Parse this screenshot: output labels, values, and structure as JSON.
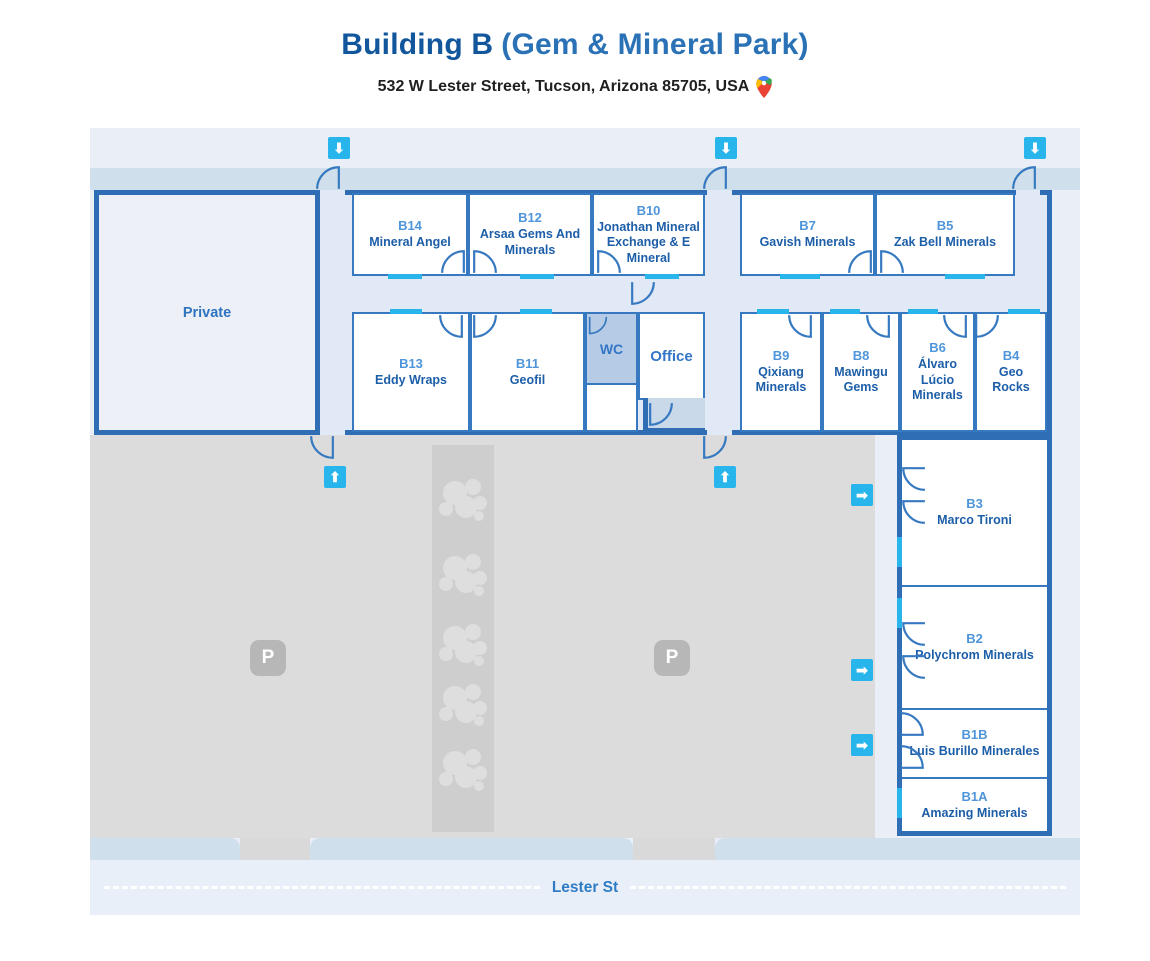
{
  "header": {
    "title_main": "Building B",
    "title_suffix": "(Gem & Mineral Park)",
    "address": "532 W Lester Street, Tucson, Arizona 85705, USA"
  },
  "rooms": [
    {
      "code": "B14",
      "name": "Mineral Angel"
    },
    {
      "code": "B12",
      "name": "Arsaa Gems And Minerals"
    },
    {
      "code": "B10",
      "name": "Jonathan Mineral Exchange & E Mineral"
    },
    {
      "code": "B7",
      "name": "Gavish Minerals"
    },
    {
      "code": "B5",
      "name": "Zak Bell Minerals"
    },
    {
      "code": "B13",
      "name": "Eddy Wraps"
    },
    {
      "code": "B11",
      "name": "Geofil"
    },
    {
      "code": "B9",
      "name": "Qixiang Minerals"
    },
    {
      "code": "B8",
      "name": "Mawingu Gems"
    },
    {
      "code": "B6",
      "name": "Álvaro Lúcio Minerals"
    },
    {
      "code": "B4",
      "name": "Geo Rocks"
    },
    {
      "code": "B3",
      "name": "Marco Tironi"
    },
    {
      "code": "B2",
      "name": "Polychrom Minerals"
    },
    {
      "code": "B1B",
      "name": "Luis Burillo Minerales"
    },
    {
      "code": "B1A",
      "name": "Amazing Minerals"
    }
  ],
  "areas": {
    "private": "Private",
    "wc": "WC",
    "office": "Office"
  },
  "street": {
    "name": "Lester St"
  },
  "icons": {
    "down_arrow": "⬇",
    "up_arrow": "⬆",
    "right_arrow": "➡",
    "parking": "P"
  },
  "colors": {
    "accent_cyan": "#27b5ec",
    "wall_blue": "#2f6db4",
    "room_border_blue": "#3779c0",
    "room_code_blue": "#4e95da",
    "room_name_blue": "#1d5ea8",
    "title_blue": "#12569c"
  }
}
